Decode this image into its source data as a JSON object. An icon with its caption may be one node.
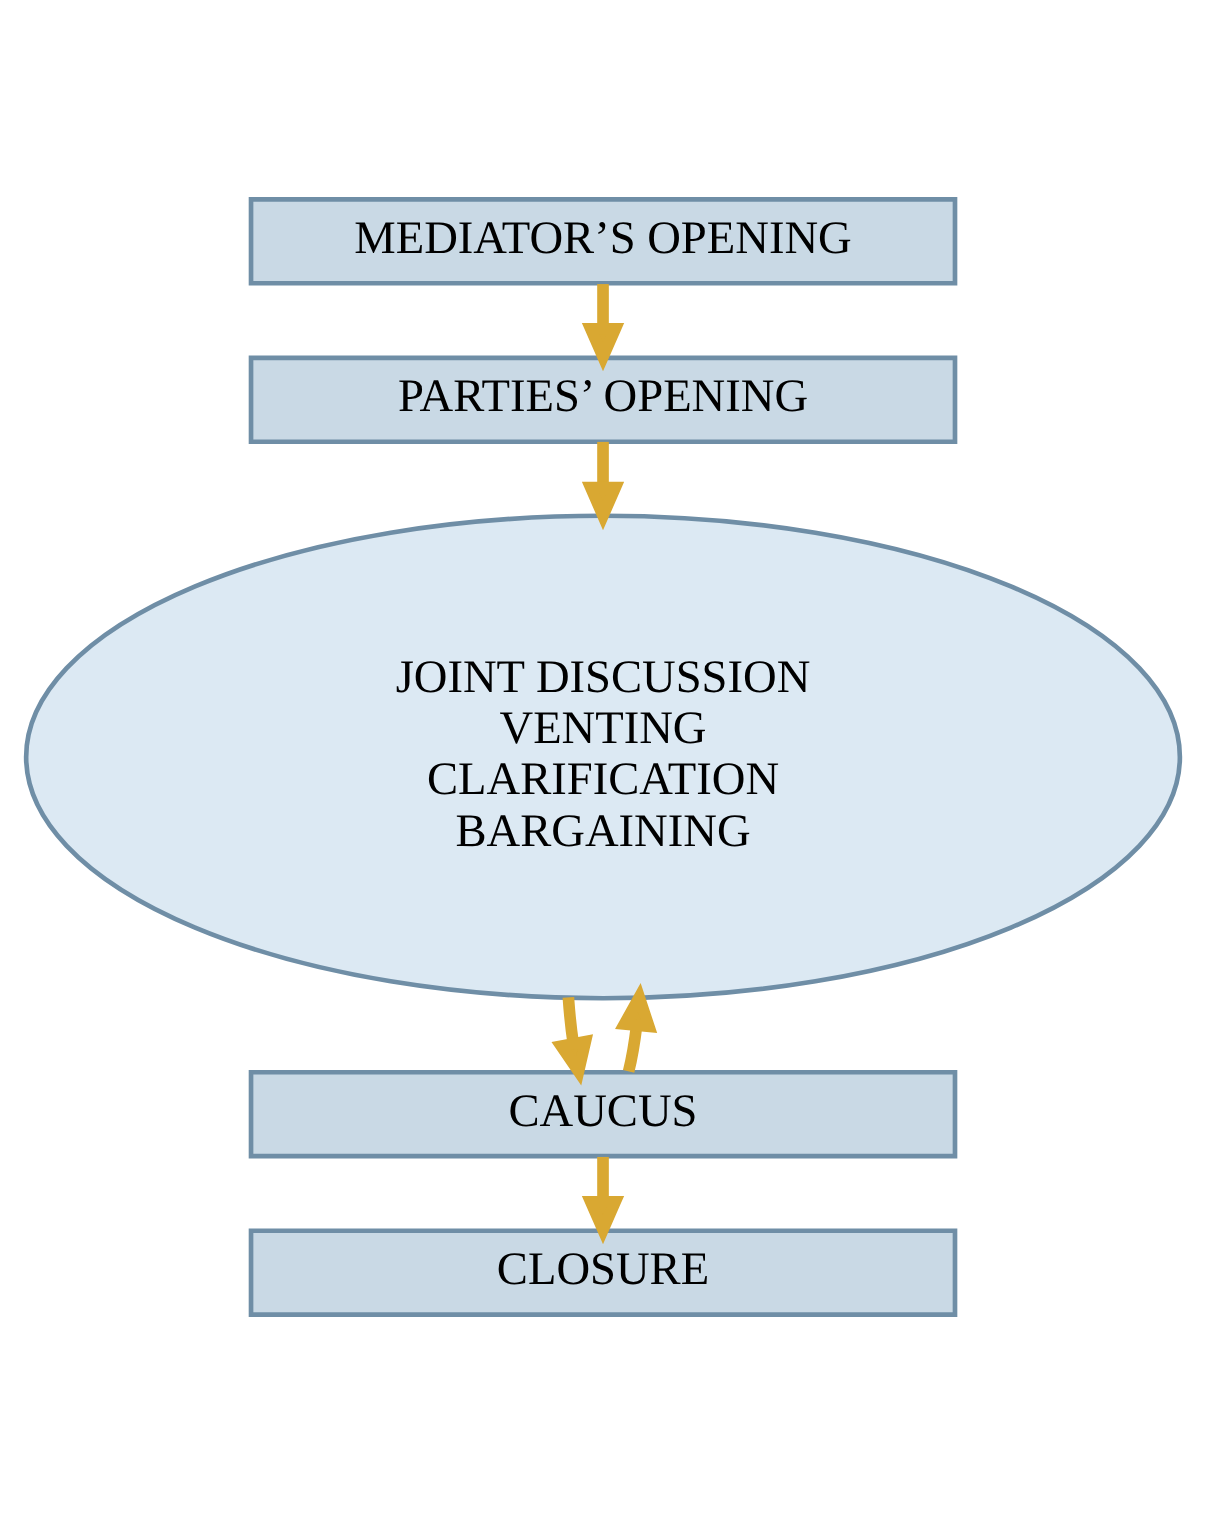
{
  "diagram": {
    "nodes": [
      {
        "text": [
          "MEDIATOR’S OPENING"
        ]
      },
      {
        "text": [
          "PARTIES’ OPENING"
        ]
      },
      {
        "text": [
          "JOINT DISCUSSION",
          "VENTING",
          "CLARIFICATION",
          "BARGAINING"
        ]
      },
      {
        "text": [
          "CAUCUS"
        ]
      },
      {
        "text": [
          "CLOSURE"
        ]
      }
    ],
    "edges": [
      {
        "from": 0,
        "to": 1,
        "arrow": "to"
      },
      {
        "from": 1,
        "to": 2,
        "arrow": "to"
      },
      {
        "from": 2,
        "to": 3,
        "arrow": "to"
      },
      {
        "from": 3,
        "to": 2,
        "arrow": "to"
      },
      {
        "from": 3,
        "to": 4,
        "arrow": "to"
      }
    ]
  }
}
